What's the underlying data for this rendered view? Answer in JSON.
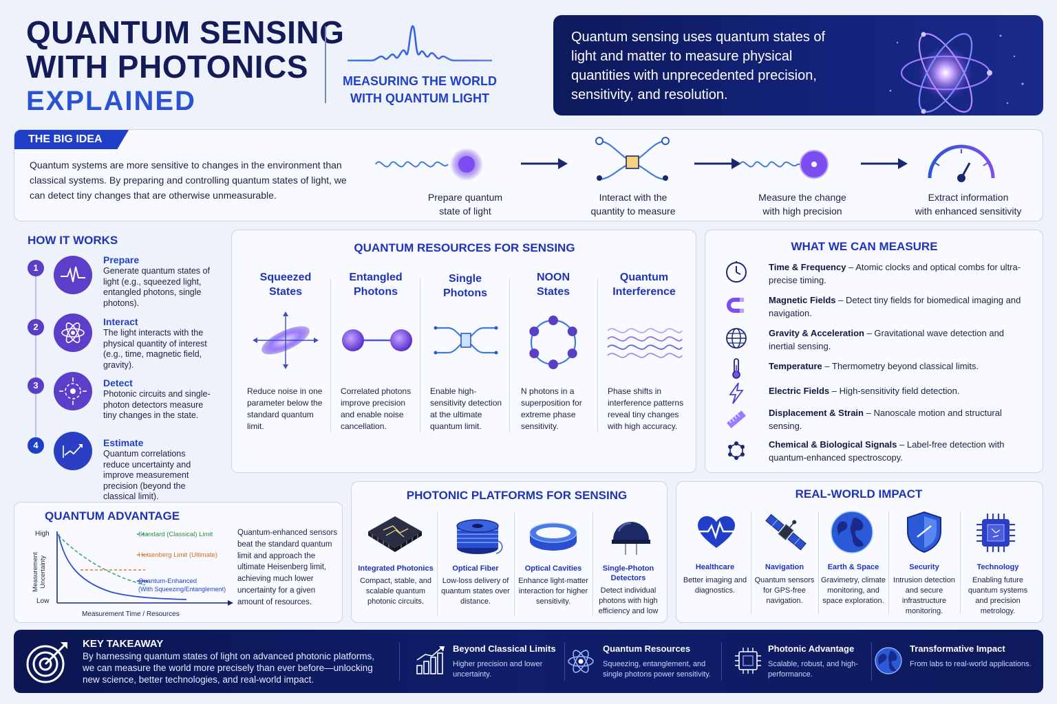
{
  "header": {
    "title_line1": "QUANTUM SENSING",
    "title_line2": "WITH PHOTONICS",
    "title_line3": "EXPLAINED",
    "tagline_line1": "MEASURING THE WORLD",
    "tagline_line2": "WITH QUANTUM LIGHT",
    "summary": "Quantum sensing uses quantum states of light and matter to measure physical quantities with unprecedented precision, sensitivity, and resolution."
  },
  "big_idea": {
    "label": "THE BIG IDEA",
    "text": "Quantum systems are more sensitive to changes in the environment than classical systems. By preparing and controlling quantum states of light, we can detect tiny changes that are otherwise unmeasurable.",
    "steps": [
      {
        "line1": "Prepare quantum",
        "line2": "state of light"
      },
      {
        "line1": "Interact with the",
        "line2": "quantity to measure"
      },
      {
        "line1": "Measure the change",
        "line2": "with high precision"
      },
      {
        "line1": "Extract information",
        "line2": "with enhanced sensitivity"
      }
    ]
  },
  "how_it_works": {
    "title": "HOW IT WORKS",
    "steps": [
      {
        "num": "1",
        "title": "Prepare",
        "text": "Generate quantum states of light (e.g., squeezed light, entangled photons, single photons)."
      },
      {
        "num": "2",
        "title": "Interact",
        "text": "The light interacts with the physical quantity of interest (e.g., time, magnetic field, gravity)."
      },
      {
        "num": "3",
        "title": "Detect",
        "text": "Photonic circuits and single-photon detectors measure tiny changes in the state."
      },
      {
        "num": "4",
        "title": "Estimate",
        "text": "Quantum correlations reduce uncertainty and improve measurement precision (beyond the classical limit)."
      }
    ]
  },
  "resources": {
    "title": "QUANTUM RESOURCES FOR SENSING",
    "items": [
      {
        "l1": "Squeezed",
        "l2": "States",
        "text": "Reduce noise in one parameter below the standard quantum limit."
      },
      {
        "l1": "Entangled",
        "l2": "Photons",
        "text": "Correlated photons improve precision and enable noise cancellation."
      },
      {
        "l1": "Single",
        "l2": "Photons",
        "text": "Enable high-sensitivity detection at the ultimate quantum limit."
      },
      {
        "l1": "NOON",
        "l2": "States",
        "text": "N photons in a superposition for extreme phase sensitivity."
      },
      {
        "l1": "Quantum",
        "l2": "Interference",
        "text": "Phase shifts in interference patterns reveal tiny changes with high accuracy."
      }
    ]
  },
  "measure": {
    "title": "WHAT WE CAN MEASURE",
    "items": [
      {
        "name": "Time & Frequency",
        "desc": " – Atomic clocks and optical combs for ultra-precise timing.",
        "icon": "clock-icon"
      },
      {
        "name": "Magnetic Fields",
        "desc": " – Detect tiny fields for biomedical imaging and navigation.",
        "icon": "magnet-icon"
      },
      {
        "name": "Gravity & Acceleration",
        "desc": " – Gravitational wave detection and inertial sensing.",
        "icon": "globe-icon"
      },
      {
        "name": "Temperature",
        "desc": " – Thermometry beyond classical limits.",
        "icon": "thermometer-icon"
      },
      {
        "name": "Electric Fields",
        "desc": " – High-sensitivity field detection.",
        "icon": "lightning-icon"
      },
      {
        "name": "Displacement & Strain",
        "desc": " – Nanoscale motion and structural sensing.",
        "icon": "ruler-icon"
      },
      {
        "name": "Chemical & Biological Signals",
        "desc": " – Label-free detection with quantum-enhanced spectroscopy.",
        "icon": "molecule-icon"
      }
    ]
  },
  "advantage": {
    "title": "QUANTUM ADVANTAGE",
    "y_high": "High",
    "y_low": "Low",
    "ylabel": "Measurement Uncertainty",
    "xlabel": "Measurement Time / Resources",
    "legend_standard": "Standard (Classical) Limit",
    "legend_heisenberg": "Heisenberg Limit (Ultimate)",
    "legend_quantum": "Quantum-Enhanced",
    "legend_quantum_sub": "(With Squeezing/Entanglement)",
    "text": "Quantum-enhanced sensors beat the standard quantum limit and approach the ultimate Heisenberg limit, achieving much lower uncertainty for a given amount of resources."
  },
  "platforms": {
    "title": "PHOTONIC PLATFORMS FOR SENSING",
    "items": [
      {
        "name": "Integrated Photonics",
        "text": "Compact, stable, and scalable quantum photonic circuits."
      },
      {
        "name": "Optical Fiber",
        "text": "Low-loss delivery of quantum states over distance."
      },
      {
        "name": "Optical Cavities",
        "text": "Enhance light-matter interaction for higher sensitivity."
      },
      {
        "name": "Single-Photon Detectors",
        "text": "Detect individual photons with high efficiency and low"
      }
    ]
  },
  "impact": {
    "title": "REAL-WORLD IMPACT",
    "items": [
      {
        "name": "Healthcare",
        "text": "Better imaging and diagnostics."
      },
      {
        "name": "Navigation",
        "text": "Quantum sensors for GPS-free navigation."
      },
      {
        "name": "Earth & Space",
        "text": "Gravimetry, climate monitoring, and space exploration."
      },
      {
        "name": "Security",
        "text": "Intrusion detection and secure infrastructure monitoring."
      },
      {
        "name": "Technology",
        "text": "Enabling future quantum systems and precision metrology."
      }
    ]
  },
  "takeaway": {
    "title": "KEY TAKEAWAY",
    "text": "By harnessing quantum states of light on advanced photonic platforms, we can measure the world more precisely than ever before—unlocking new science, better technologies, and real-world impact.",
    "items": [
      {
        "name": "Beyond Classical Limits",
        "text": "Higher precision and lower uncertainty."
      },
      {
        "name": "Quantum Resources",
        "text": "Squeezing, entanglement, and single photons power sensitivity."
      },
      {
        "name": "Photonic Advantage",
        "text": "Scalable, robust, and high-performance."
      },
      {
        "name": "Transformative Impact",
        "text": "From labs to real-world applications."
      }
    ]
  },
  "colors": {
    "navy": "#0e1a5c",
    "accent": "#2340c9",
    "violet": "#6b3fd6",
    "light_card": "#f8faff"
  }
}
